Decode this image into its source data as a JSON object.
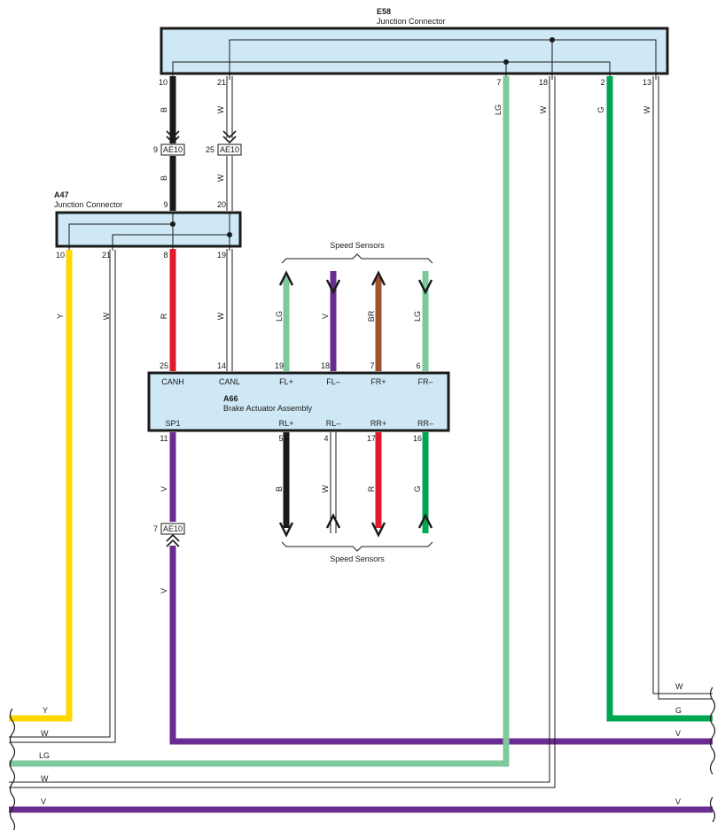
{
  "colors": {
    "B": "#1a1a1a",
    "W": "#ffffff",
    "LG": "#7ec99b",
    "G": "#00a651",
    "Y": "#ffd800",
    "R": "#e3192b",
    "V": "#6a2c91",
    "BR": "#a0522d",
    "box_fill": "#cfe8f6"
  },
  "connectors": {
    "e58": {
      "id": "E58",
      "name": "Junction Connector",
      "pins": [
        "10",
        "21",
        "7",
        "18",
        "2",
        "13"
      ]
    },
    "a47": {
      "id": "A47",
      "name": "Junction Connector",
      "pins_top": [
        "9",
        "20"
      ],
      "pins_bottom": [
        "10",
        "21",
        "8",
        "19"
      ]
    },
    "a66": {
      "id": "A66",
      "name": "Brake Actuator Assembly",
      "pins_top": [
        "25",
        "14",
        "19",
        "18",
        "7",
        "6"
      ],
      "signals_top": [
        "CANH",
        "CANL",
        "FL+",
        "FL–",
        "FR+",
        "FR–"
      ],
      "pins_bottom": [
        "11",
        "5",
        "4",
        "17",
        "16"
      ],
      "signals_bottom": [
        "SP1",
        "RL+",
        "RL–",
        "RR+",
        "RR–"
      ]
    },
    "ae10": {
      "id": "AE10",
      "pin_b": "9",
      "pin_w": "25",
      "pin_v": "7"
    }
  },
  "labels": {
    "speed_sensors_top": "Speed Sensors",
    "speed_sensors_bottom": "Speed Sensors"
  },
  "wire_codes": {
    "e58_b": "B",
    "e58_w": "W",
    "e58_lg": "LG",
    "e58_w2": "W",
    "e58_g": "G",
    "e58_w3": "W",
    "mid_b": "B",
    "mid_w": "W",
    "a47_y": "Y",
    "a47_w": "W",
    "a47_r": "R",
    "a47_w2": "W",
    "fl_p": "LG",
    "fl_m": "V",
    "fr_p": "BR",
    "fr_m": "LG",
    "sp1": "V",
    "rl_p": "B",
    "rl_m": "W",
    "rr_p": "R",
    "rr_m": "G",
    "ae10_v": "V"
  },
  "bottom_codes": {
    "r1_right": "W",
    "r2_left": "Y",
    "r2_right": "G",
    "r3_left": "W",
    "r3_right": "V",
    "r4_left": "LG",
    "r5_left": "W",
    "r6_left": "V",
    "r6_right": "V"
  }
}
